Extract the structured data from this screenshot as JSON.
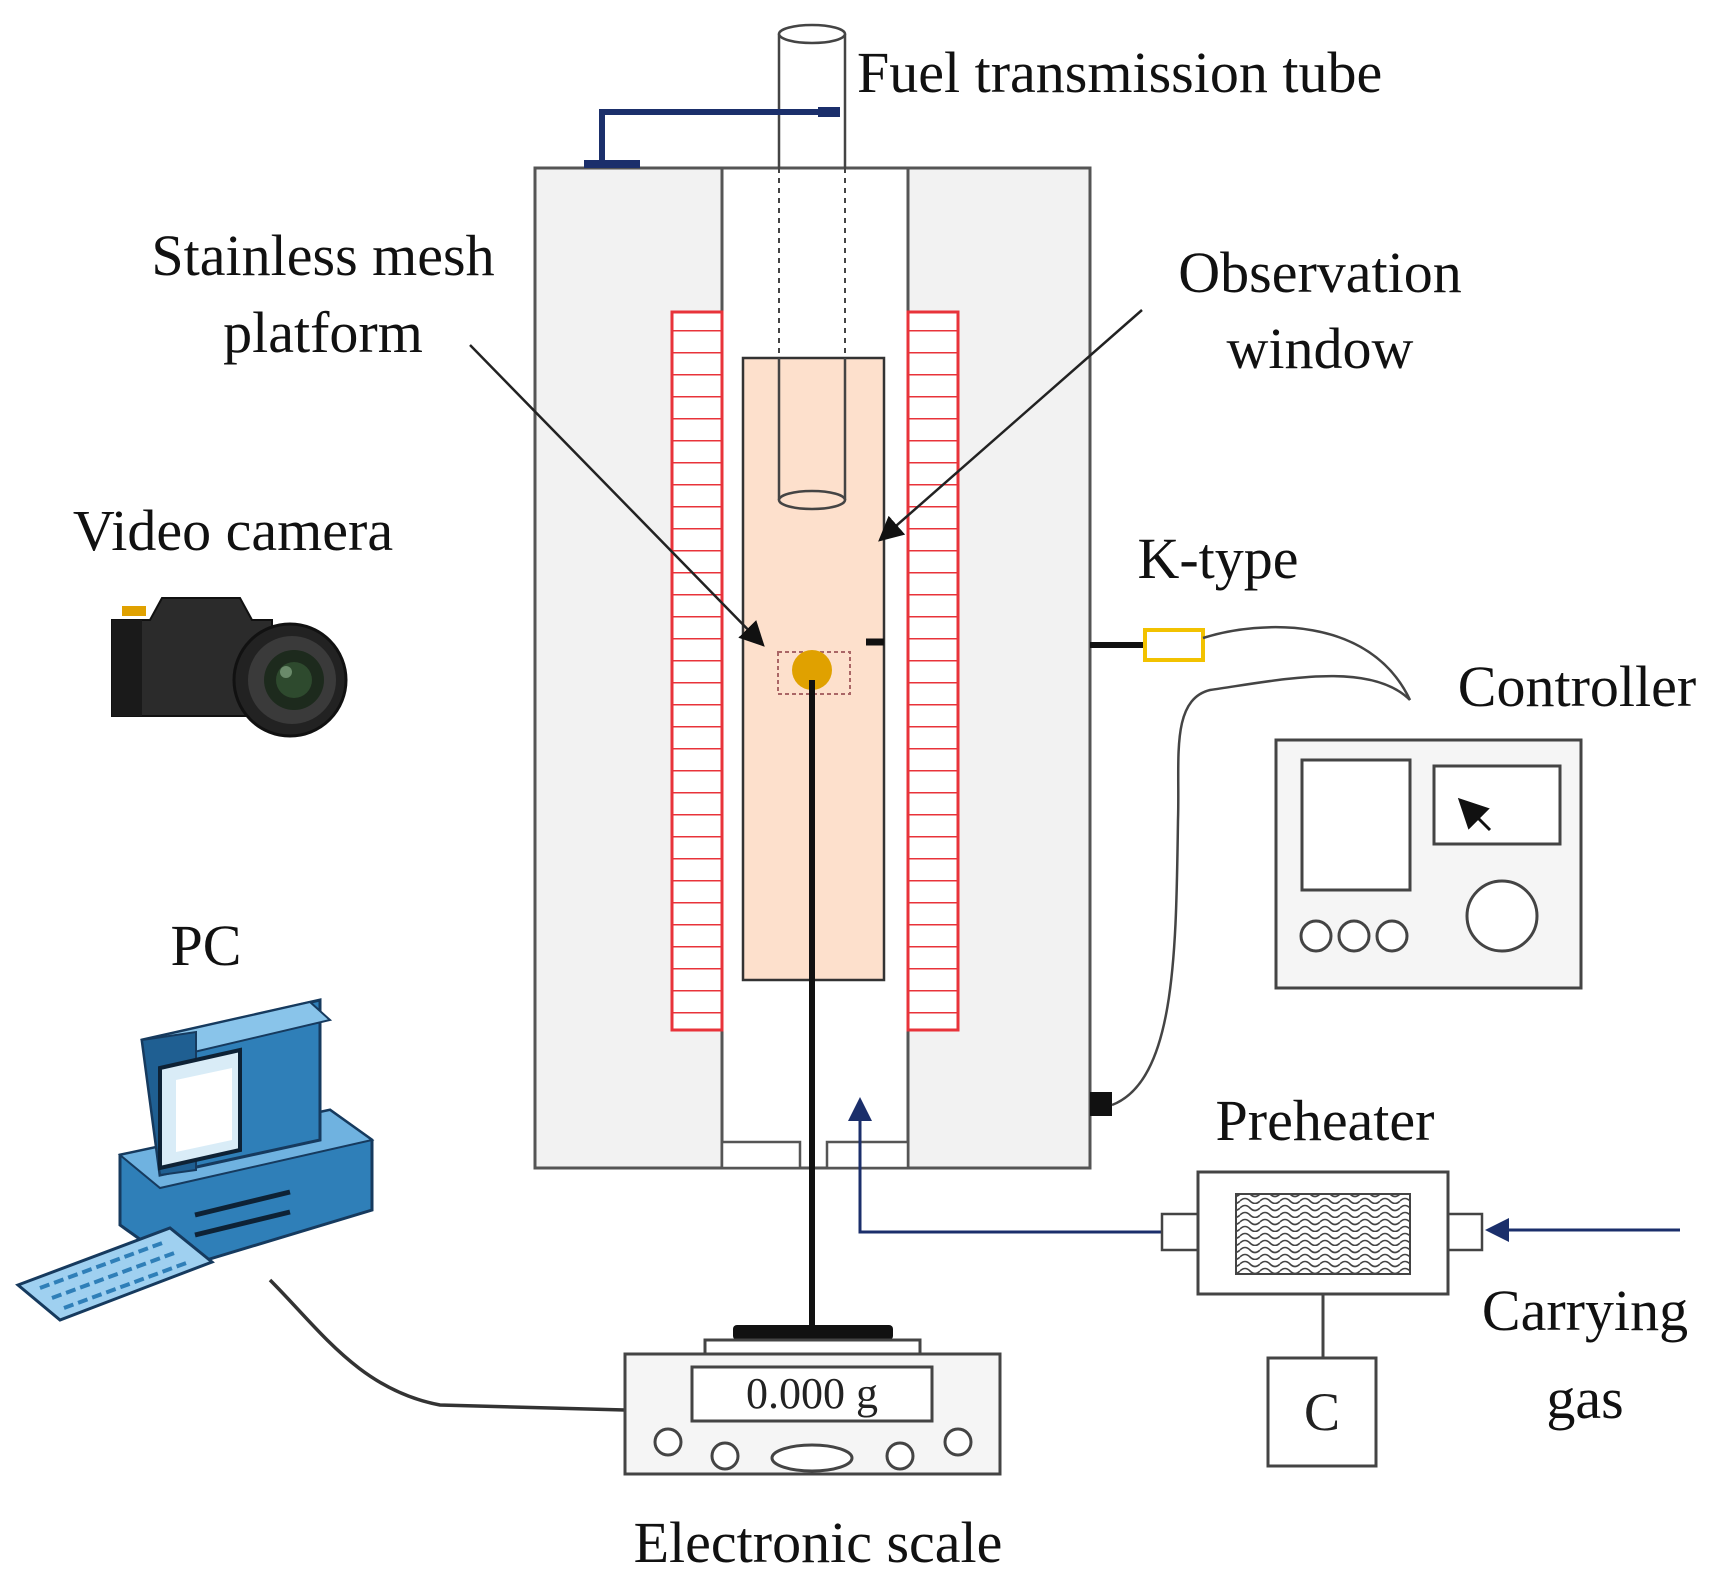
{
  "labels": {
    "fuel_tube": "Fuel transmission tube",
    "mesh_line1": "Stainless mesh",
    "mesh_line2": "platform",
    "window_line1": "Observation",
    "window_line2": "window",
    "camera": "Video camera",
    "ktype": "K-type",
    "controller": "Controller",
    "pc": "PC",
    "preheater": "Preheater",
    "gas_line1": "Carrying",
    "gas_line2": "gas",
    "scale": "Electronic scale",
    "scale_display": "0.000 g",
    "c_box": "C"
  },
  "colors": {
    "heater": "#e8333a",
    "sample_zone": "#fde0cc",
    "droplet": "#e0a100",
    "ktype": "#f2c200",
    "flow": "#1b2f6b",
    "outline": "#555555"
  }
}
